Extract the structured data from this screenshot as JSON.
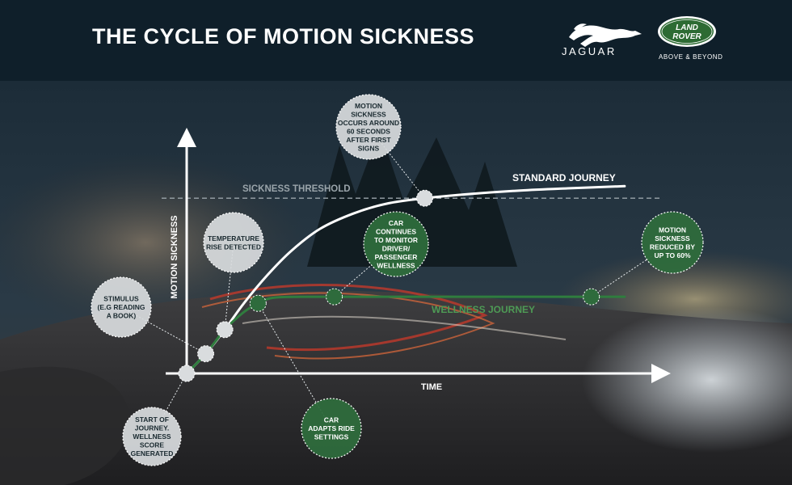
{
  "header": {
    "title": "THE CYCLE OF MOTION SICKNESS",
    "jaguar_wordmark": "JAGUAR",
    "land_rover_line1": "LAND",
    "land_rover_line2": "ROVER",
    "land_rover_tagline": "ABOVE & BEYOND"
  },
  "colors": {
    "header_bg": "#0f1f2a",
    "white_bubble": "#d9dcde",
    "green_bubble": "#2e6b3c",
    "standard_line": "#ffffff",
    "wellness_line": "#2f7d3e",
    "wellness_label": "#4e9a55",
    "threshold": "#9aa4aa",
    "lr_badge": "#2d6b33"
  },
  "chart_data": {
    "type": "line",
    "title": "THE CYCLE OF MOTION SICKNESS",
    "xlabel": "TIME",
    "ylabel": "MOTION SICKNESS",
    "xlim": [
      0,
      100
    ],
    "ylim": [
      0,
      100
    ],
    "threshold": {
      "label": "SICKNESS THRESHOLD",
      "value": 80
    },
    "series": [
      {
        "name": "STANDARD JOURNEY",
        "points": [
          [
            0,
            0
          ],
          [
            4,
            9
          ],
          [
            8,
            20
          ],
          [
            12,
            32
          ],
          [
            17,
            45
          ],
          [
            22,
            56
          ],
          [
            28,
            66
          ],
          [
            35,
            73
          ],
          [
            42,
            77.5
          ],
          [
            50,
            80
          ],
          [
            60,
            82
          ],
          [
            70,
            83.5
          ],
          [
            80,
            84.5
          ],
          [
            92,
            85.5
          ]
        ]
      },
      {
        "name": "WELLNESS JOURNEY",
        "points": [
          [
            0,
            0
          ],
          [
            4,
            9
          ],
          [
            8,
            20
          ],
          [
            12,
            28
          ],
          [
            15,
            32
          ],
          [
            18,
            34.5
          ],
          [
            24,
            35
          ],
          [
            40,
            35
          ],
          [
            60,
            35
          ],
          [
            80,
            35
          ],
          [
            92,
            35
          ]
        ]
      }
    ],
    "annotations": [
      {
        "id": "start",
        "style": "white",
        "text": [
          "START OF",
          "JOURNEY.",
          "WELLNESS",
          "SCORE",
          "GENERATED"
        ],
        "point": [
          0,
          0
        ]
      },
      {
        "id": "stimulus",
        "style": "white",
        "text": [
          "STIMULUS",
          "(E.G READING",
          "A BOOK)"
        ],
        "point": [
          4,
          9
        ]
      },
      {
        "id": "temperature",
        "style": "white",
        "text": [
          "TEMPERATURE",
          "RISE DETECTED"
        ],
        "point": [
          8,
          20
        ]
      },
      {
        "id": "motion-sickness",
        "style": "white",
        "text": [
          "MOTION",
          "SICKNESS",
          "OCCURS AROUND",
          "60 SECONDS",
          "AFTER FIRST",
          "SIGNS"
        ],
        "point": [
          50,
          80
        ]
      },
      {
        "id": "adapts",
        "style": "green",
        "text": [
          "CAR",
          "ADAPTS RIDE",
          "SETTINGS"
        ],
        "point": [
          15,
          32
        ]
      },
      {
        "id": "monitor",
        "style": "green",
        "text": [
          "CAR",
          "CONTINUES",
          "TO MONITOR",
          "DRIVER/",
          "PASSENGER",
          "WELLNESS"
        ],
        "point": [
          31,
          35
        ]
      },
      {
        "id": "reduced",
        "style": "green",
        "text": [
          "MOTION",
          "SICKNESS",
          "REDUCED BY",
          "UP TO 60%"
        ],
        "point": [
          85,
          35
        ]
      }
    ]
  }
}
